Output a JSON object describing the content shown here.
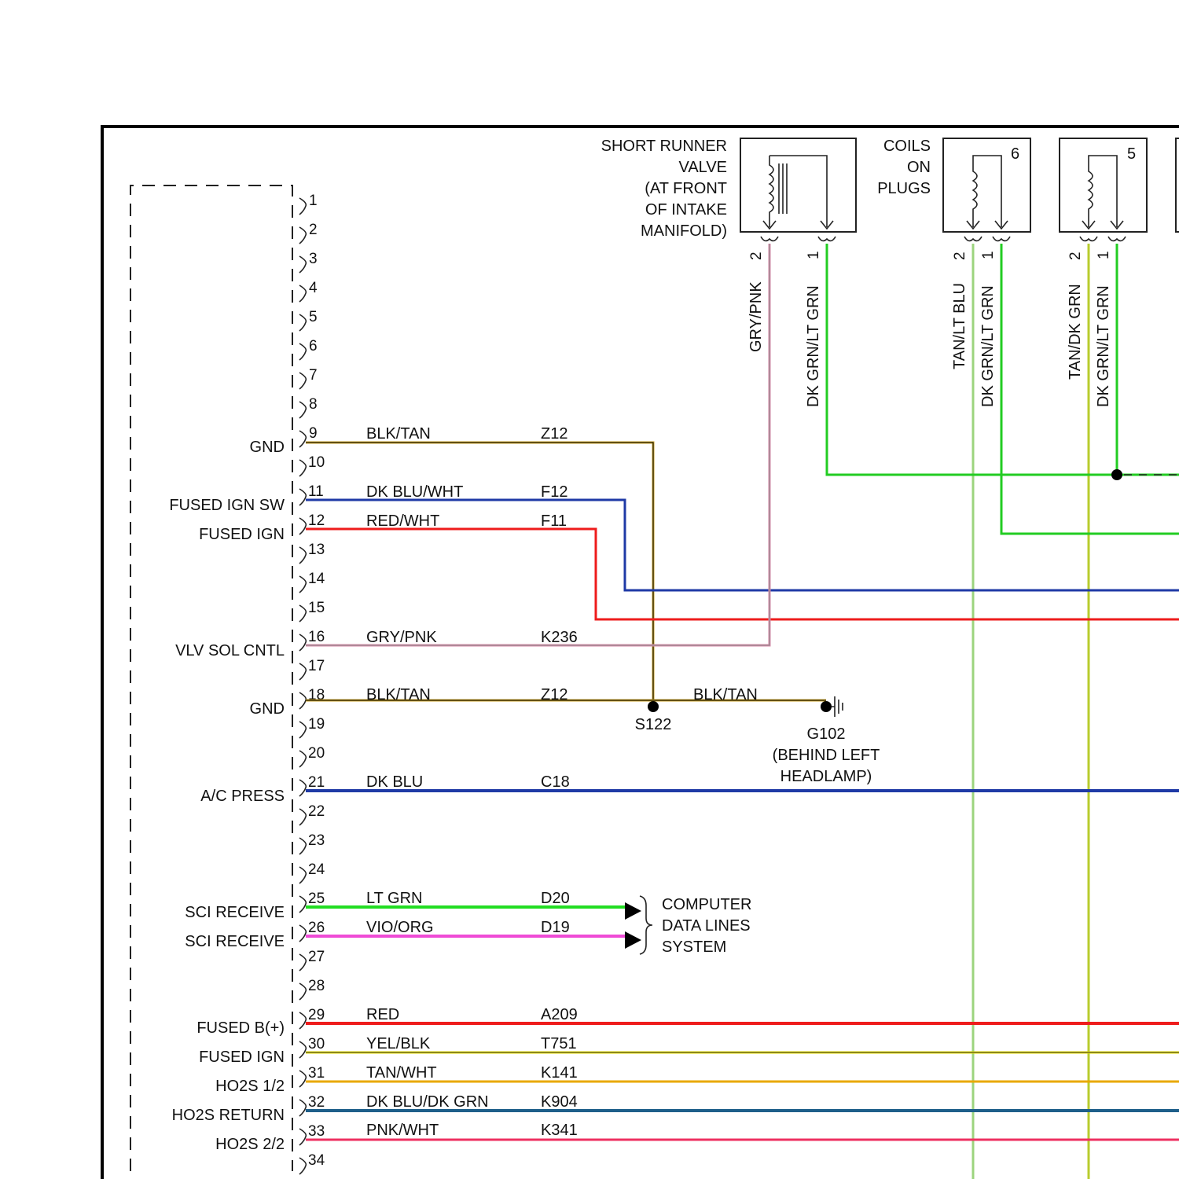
{
  "colors": {
    "blk_tan": "#c9a227",
    "dk_blu": "#1f3aa6",
    "red": "#ee1c1c",
    "gry_pnk": "#d98aa8",
    "lt_grn": "#22dd22",
    "vio_org": "#ef4bd6",
    "yel_blk": "#e8e000",
    "tan_wht": "#e8a800",
    "dk_blu_dk_grn": "#1e5f8a",
    "pnk_wht": "#ee3060",
    "dk_grn_lt_grn": "#22cc22",
    "tan_lt_blu": "#9cd47e",
    "tan_dk_grn": "#b8cc2e"
  },
  "connector": {
    "pins": [
      "1",
      "2",
      "3",
      "4",
      "5",
      "6",
      "7",
      "8",
      "9",
      "10",
      "11",
      "12",
      "13",
      "14",
      "15",
      "16",
      "17",
      "18",
      "19",
      "20",
      "21",
      "22",
      "23",
      "24",
      "25",
      "26",
      "27",
      "28",
      "29",
      "30",
      "31",
      "32",
      "33",
      "34"
    ]
  },
  "circuits": [
    {
      "pin": "9",
      "function": "GND",
      "wire_color": "BLK/TAN",
      "circuit": "Z12"
    },
    {
      "pin": "11",
      "function": "FUSED IGN SW",
      "wire_color": "DK BLU/WHT",
      "circuit": "F12"
    },
    {
      "pin": "12",
      "function": "FUSED IGN",
      "wire_color": "RED/WHT",
      "circuit": "F11"
    },
    {
      "pin": "16",
      "function": "VLV SOL CNTL",
      "wire_color": "GRY/PNK",
      "circuit": "K236"
    },
    {
      "pin": "18",
      "function": "GND",
      "wire_color": "BLK/TAN",
      "circuit": "Z12"
    },
    {
      "pin": "21",
      "function": "A/C PRESS",
      "wire_color": "DK BLU",
      "circuit": "C18"
    },
    {
      "pin": "25",
      "function": "SCI RECEIVE",
      "wire_color": "LT GRN",
      "circuit": "D20"
    },
    {
      "pin": "26",
      "function": "SCI RECEIVE",
      "wire_color": "VIO/ORG",
      "circuit": "D19"
    },
    {
      "pin": "29",
      "function": "FUSED B(+)",
      "wire_color": "RED",
      "circuit": "A209"
    },
    {
      "pin": "30",
      "function": "FUSED IGN",
      "wire_color": "YEL/BLK",
      "circuit": "T751"
    },
    {
      "pin": "31",
      "function": "HO2S 1/2",
      "wire_color": "TAN/WHT",
      "circuit": "K141"
    },
    {
      "pin": "32",
      "function": "HO2S RETURN",
      "wire_color": "DK BLU/DK GRN",
      "circuit": "K904"
    },
    {
      "pin": "33",
      "function": "HO2S 2/2",
      "wire_color": "PNK/WHT",
      "circuit": "K341"
    }
  ],
  "short_runner_valve": {
    "label": [
      "SHORT RUNNER",
      "VALVE",
      "(AT FRONT",
      "OF INTAKE",
      "MANIFOLD)"
    ],
    "pin_a": "2",
    "wire_a": "GRY/PNK",
    "pin_b": "1",
    "wire_b": "DK GRN/LT GRN"
  },
  "coils": {
    "label": [
      "COILS",
      "ON",
      "PLUGS"
    ],
    "units": [
      {
        "number": "6",
        "pin_a": "2",
        "wire_a": "TAN/LT BLU",
        "pin_b": "1",
        "wire_b": "DK GRN/LT GRN"
      },
      {
        "number": "5",
        "pin_a": "2",
        "wire_a": "TAN/DK GRN",
        "pin_b": "1",
        "wire_b": "DK GRN/LT GRN"
      }
    ]
  },
  "splice": {
    "name": "S122",
    "wire": "BLK/TAN"
  },
  "ground": {
    "name": "G102",
    "location": [
      "(BEHIND LEFT",
      "HEADLAMP)"
    ]
  },
  "data_lines": {
    "label": [
      "COMPUTER",
      "DATA LINES",
      "SYSTEM"
    ]
  }
}
